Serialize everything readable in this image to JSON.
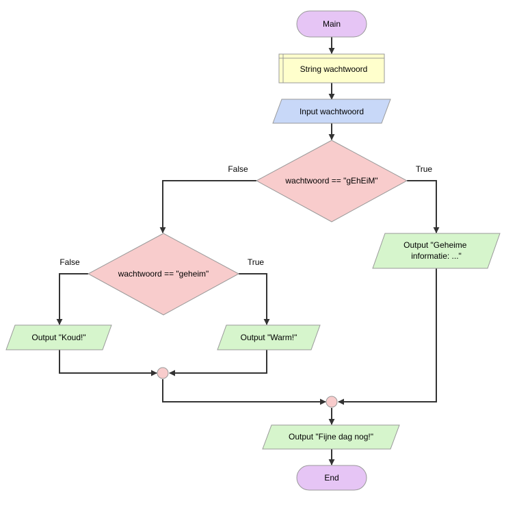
{
  "colors": {
    "terminal": "#e6c5f5",
    "declare": "#ffffcc",
    "input": "#c8d8f8",
    "decision": "#f8cccc",
    "output": "#d6f5cc",
    "connector": "#f8cccc",
    "line": "#333333"
  },
  "nodes": {
    "start": {
      "label": "Main"
    },
    "declare": {
      "label": "String wachtwoord"
    },
    "input": {
      "label": "Input wachtwoord"
    },
    "decision1": {
      "label": "wachtwoord == \"gEhEiM\"",
      "false_label": "False",
      "true_label": "True"
    },
    "output_secret": {
      "line1": "Output \"Geheime",
      "line2": "informatie: ...\""
    },
    "decision2": {
      "label": "wachtwoord == \"geheim\"",
      "false_label": "False",
      "true_label": "True"
    },
    "output_cold": {
      "label": "Output \"Koud!\""
    },
    "output_warm": {
      "label": "Output \"Warm!\""
    },
    "output_bye": {
      "label": "Output \"Fijne dag nog!\""
    },
    "end": {
      "label": "End"
    }
  }
}
